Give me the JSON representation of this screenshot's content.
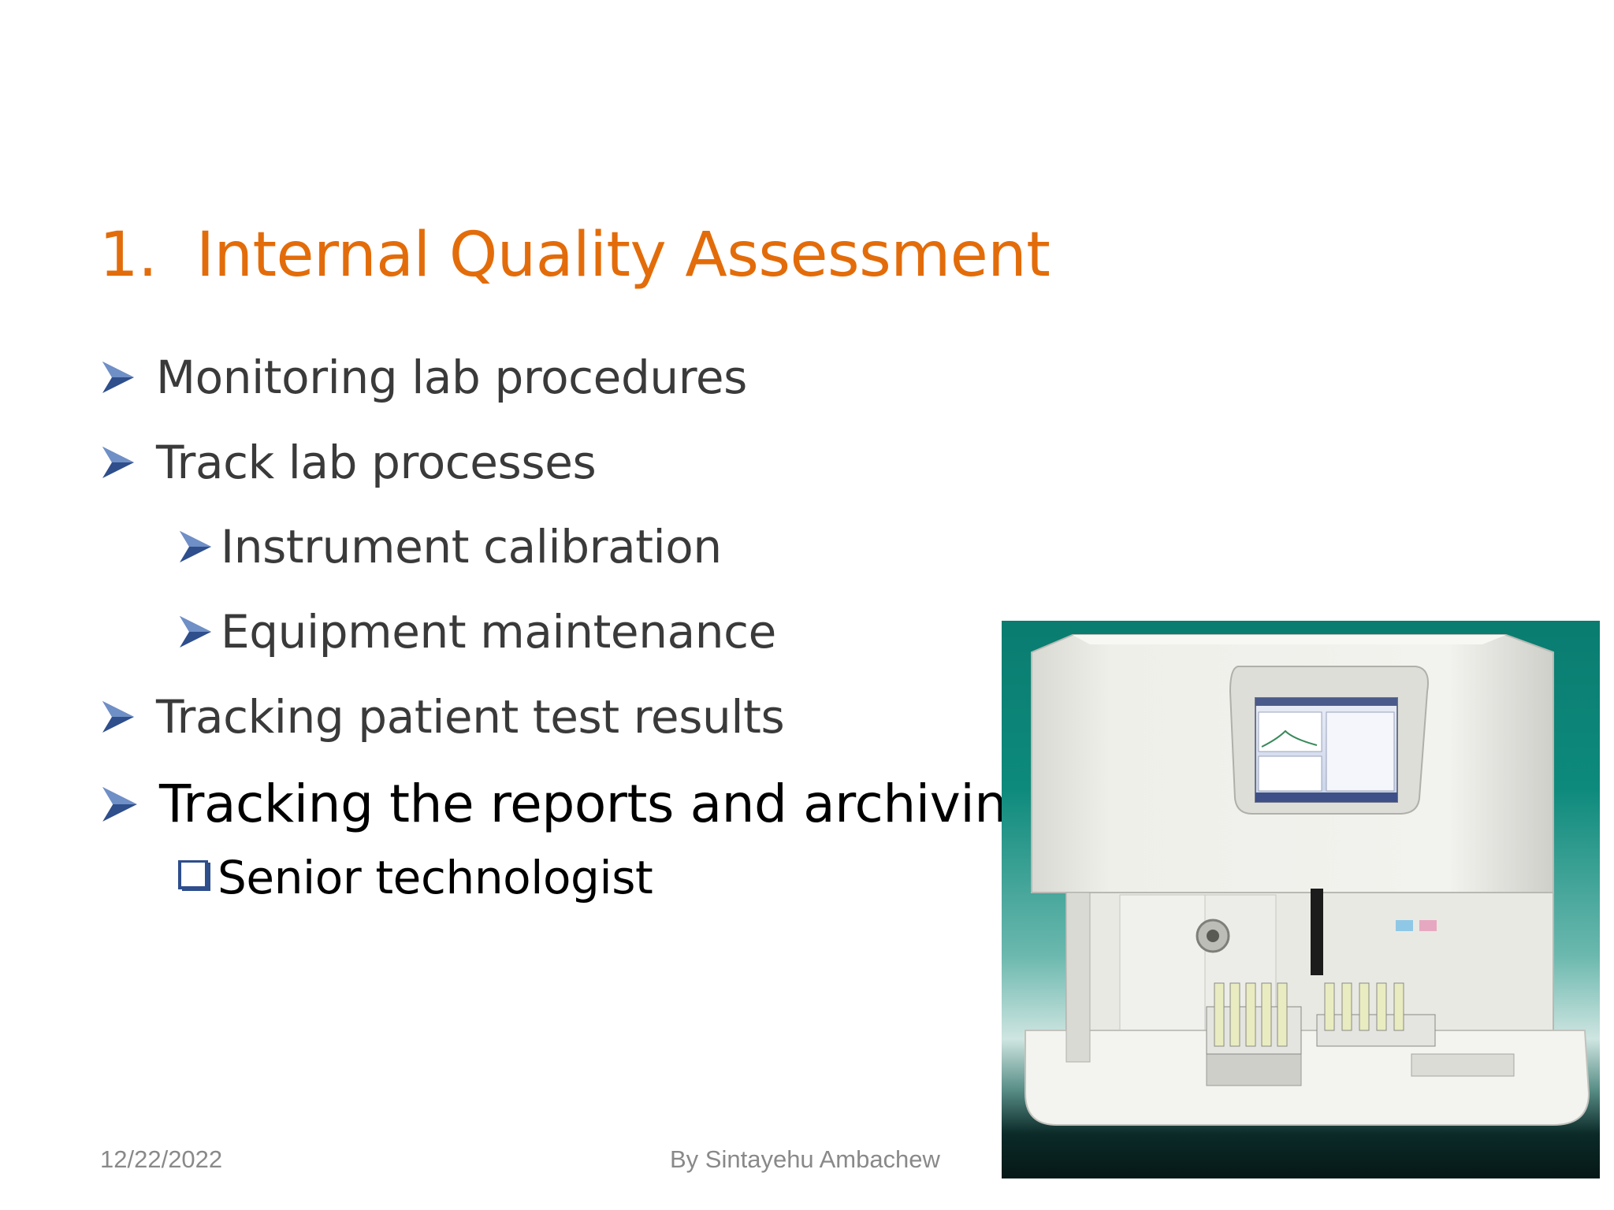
{
  "slide": {
    "title_number": "1.",
    "title_text": "Internal Quality Assessment",
    "bullets": [
      {
        "text": "Monitoring lab procedures"
      },
      {
        "text": "Track lab processes"
      },
      {
        "text": "Instrument calibration"
      },
      {
        "text": "Equipment maintenance"
      },
      {
        "text": "Tracking patient test results"
      },
      {
        "text": "Tracking the reports and archiving"
      },
      {
        "text": "Senior technologist"
      }
    ],
    "footer_date": "12/22/2022",
    "footer_author": "By Sintayehu Ambachew"
  },
  "colors": {
    "title": "#E36C0A",
    "bullet_marker": "#2E4E8C",
    "body_text": "#3a3a3a",
    "footer_text": "#898989"
  },
  "icons": {
    "bullet_marker": "arrowhead-icon",
    "sub_bullet_marker": "checkbox-icon",
    "photo": "lab-analyzer-instrument"
  }
}
